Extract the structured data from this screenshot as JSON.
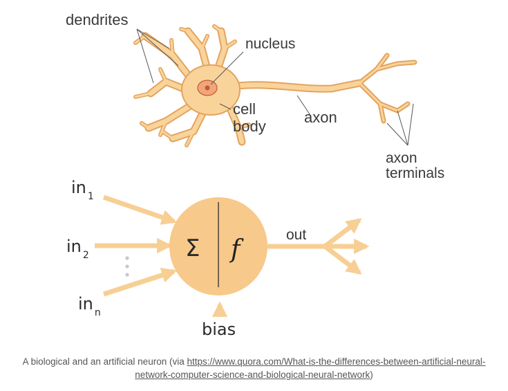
{
  "labels": {
    "dendrites": "dendrites",
    "nucleus": "nucleus",
    "cell": "cell",
    "body": "body",
    "axon": "axon",
    "axon_terminals_1": "axon",
    "axon_terminals_2": "terminals"
  },
  "neuron": {
    "in": "in",
    "sub1": "1",
    "sub2": "2",
    "subn": "n",
    "sum": "Σ",
    "func": "f",
    "out": "out",
    "bias": "bias"
  },
  "caption": {
    "prefix": "A biological and an artificial neuron (via ",
    "link": "https://www.quora.com/What-is-the-differences-between-artificial-neural-network-computer-science-and-biological-neural-network",
    "suffix": ")"
  },
  "colors": {
    "neuron_fill": "#f9d49a",
    "neuron_stroke": "#e3a35f",
    "nucleus_fill": "#f0a777",
    "nucleus_dot": "#c7563a",
    "arrow": "#f7cf94",
    "node": "#f7c98a"
  }
}
